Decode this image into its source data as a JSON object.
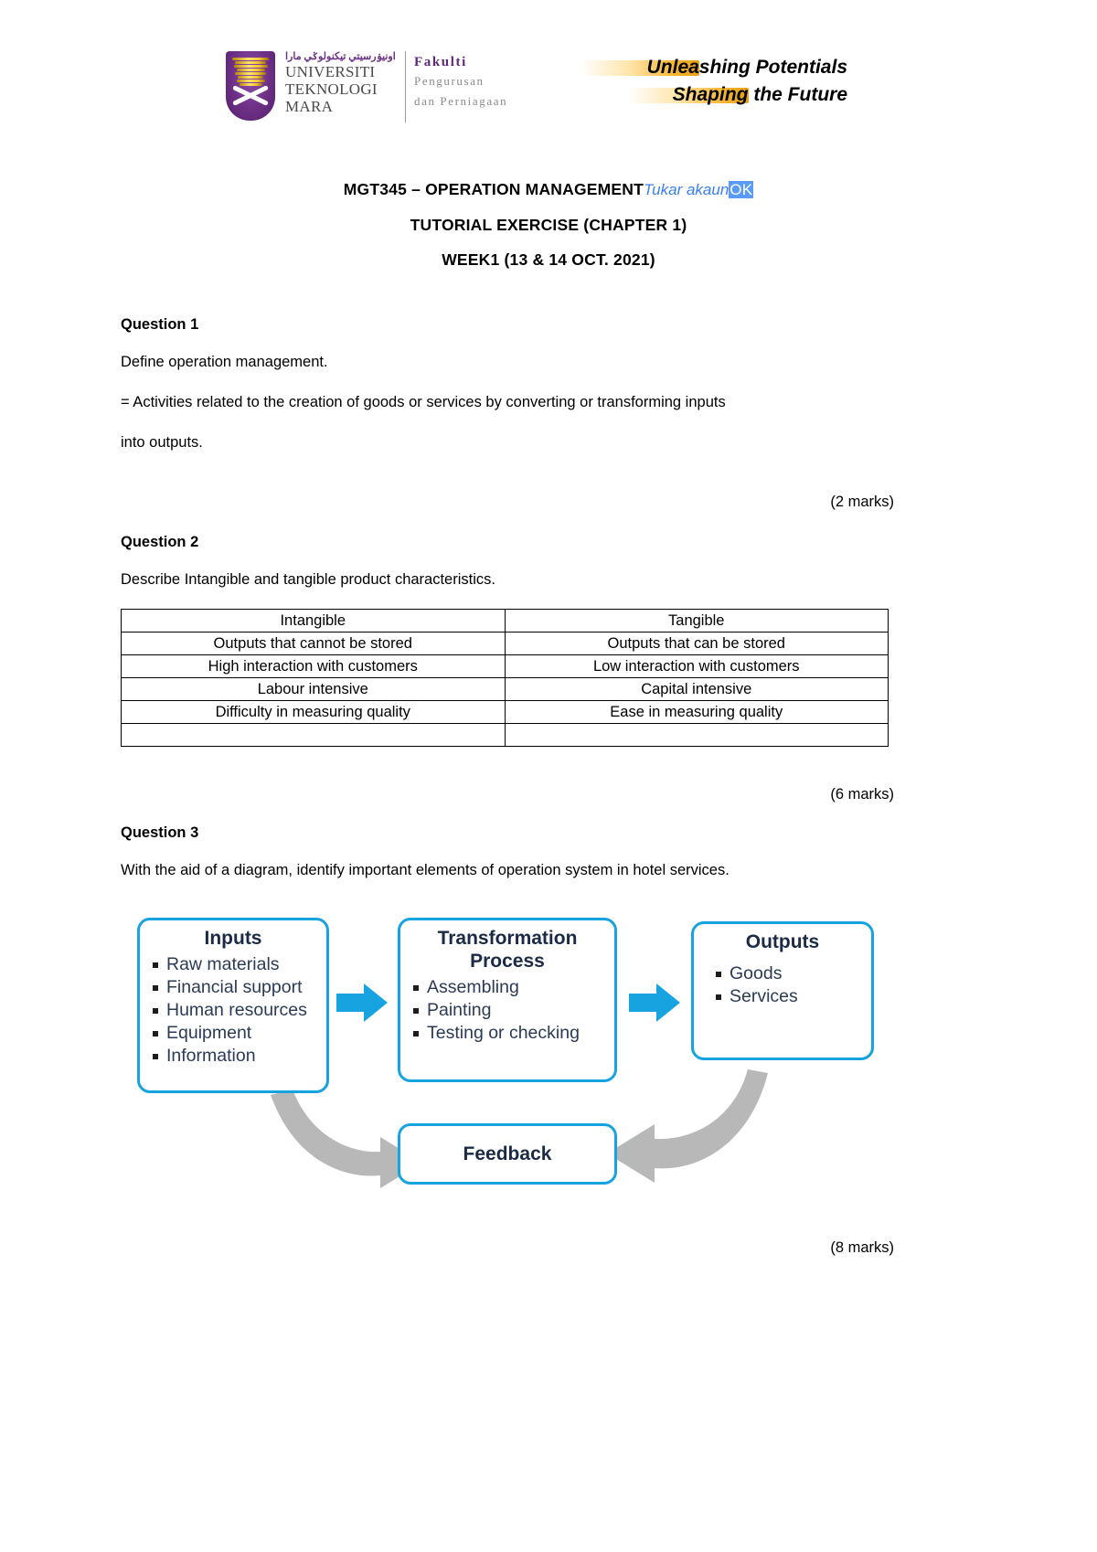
{
  "header": {
    "logo": {
      "crest_name": "uitm-crest",
      "jawi_text": "اونيۏرسيتي تيکنولوݢي مارا",
      "university_lines": [
        "UNIVERSITI",
        "TEKNOLOGI",
        "MARA"
      ],
      "faculty_title": "Fakulti",
      "faculty_lines": [
        "Pengurusan",
        "dan Perniagaan"
      ],
      "tagline_lines": [
        "Unleashing Potentials",
        "Shaping the Future"
      ],
      "purple": "#6d2f86",
      "gold": "#f6b733"
    }
  },
  "document": {
    "title_line_1": "MGT345 – OPERATION MANAGEMENT",
    "title_annotation": "Tukar akaun",
    "title_annotation_ok": "OK",
    "title_line_2": "TUTORIAL EXERCISE (CHAPTER 1)",
    "title_line_3": "WEEK1 (13 & 14 OCT. 2021)"
  },
  "questions": [
    {
      "heading": "Question 1",
      "prompt": "Define operation management.",
      "answer_line_1": "= Activities related to the creation of goods or services by converting or transforming inputs",
      "answer_line_2": "into outputs.",
      "marks": "(2 marks)"
    },
    {
      "heading": "Question 2",
      "prompt": "Describe Intangible and tangible product characteristics.",
      "marks": "(6 marks)"
    },
    {
      "heading": "Question 3",
      "prompt": "With the aid of a diagram, identify important elements of operation system in hotel services.",
      "marks": "(8 marks)"
    }
  ],
  "table": {
    "headers": [
      "Intangible",
      "Tangible"
    ],
    "rows": [
      [
        "Outputs that cannot be stored",
        "Outputs that can be stored"
      ],
      [
        "High interaction with customers",
        "Low interaction with customers"
      ],
      [
        "Labour intensive",
        "Capital intensive"
      ],
      [
        "Difficulty in measuring quality",
        "Ease in measuring quality"
      ],
      [
        "",
        ""
      ]
    ]
  },
  "diagram": {
    "border_color": "#16a3e0",
    "arrow_color": "#16a3e0",
    "feedback_arrow_color": "#b3b3b3",
    "boxes": [
      {
        "title": "Inputs",
        "items": [
          "Raw materials",
          "Financial support",
          "Human resources",
          "Equipment",
          "Information"
        ]
      },
      {
        "title_line_1": "Transformation",
        "title_line_2": "Process",
        "items": [
          "Assembling",
          "Painting",
          "Testing or checking"
        ]
      },
      {
        "title": "Outputs",
        "items": [
          "Goods",
          "Services"
        ]
      },
      {
        "title": "Feedback",
        "items": []
      }
    ]
  }
}
